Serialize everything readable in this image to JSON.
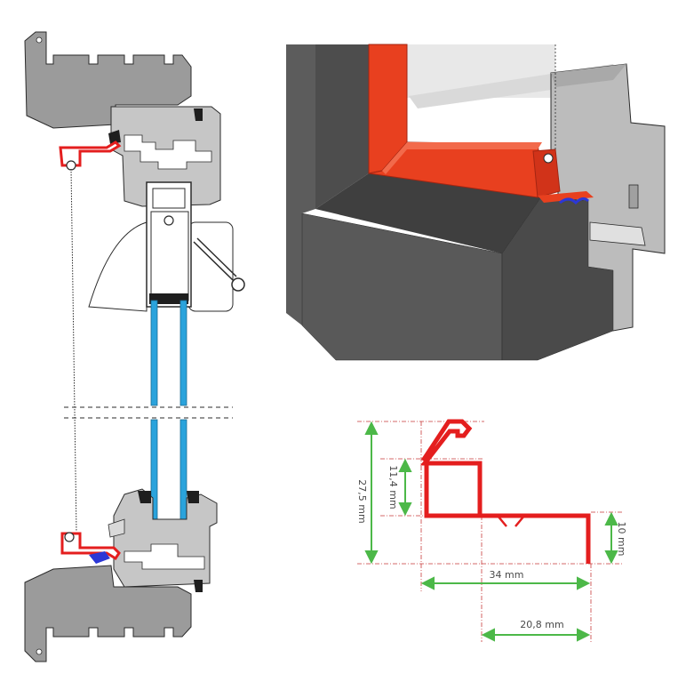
{
  "colors": {
    "frame_gray": "#9b9b9b",
    "frame_gray_light": "#c6c6c6",
    "outline": "#2b2b2b",
    "profile_red": "#e41e1e",
    "profile_red_3d": "#e8401f",
    "glass_blue": "#2aa3dc",
    "seal_blue": "#2c37d6",
    "dimension_green": "#4cb848",
    "guide_red": "#c83a3a",
    "wall_dark": "#4d4d4d",
    "wall_mid": "#5c5c5c",
    "label_gray": "#4a4a4a"
  },
  "dimensions": {
    "total_height": "27,5 mm",
    "upper_height": "11,4 mm",
    "leg_height": "10 mm",
    "total_width": "34 mm",
    "leg_width": "20,8 mm"
  }
}
